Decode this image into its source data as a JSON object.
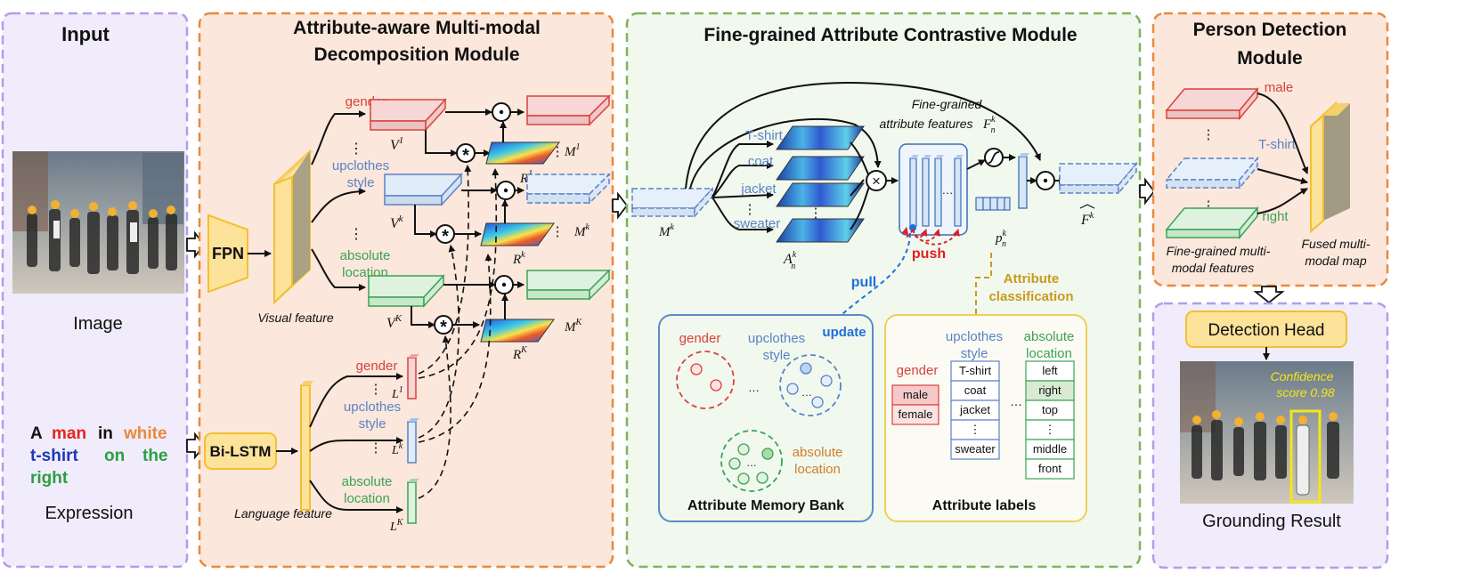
{
  "input": {
    "title": "Input",
    "image_label": "Image",
    "expression_label": "Expression",
    "expression_words": {
      "a": "A",
      "man": "man",
      "in": "in",
      "white": "white",
      "tshirt": "t-shirt",
      "on": "on",
      "the": "the",
      "right": "right"
    }
  },
  "decomp": {
    "title_line1": "Attribute-aware Multi-modal",
    "title_line2": "Decomposition Module",
    "fpn": "FPN",
    "bilstm": "Bi-LSTM",
    "visual_feature": "Visual feature",
    "language_feature": "Language feature",
    "attr_gender": "gender",
    "attr_upclothes1": "upclothes",
    "attr_upclothes2": "style",
    "attr_absolute1": "absolute",
    "attr_absolute2": "location",
    "v1": "V",
    "v1_sup": "1",
    "vk": "V",
    "vk_sup": "k",
    "vK": "V",
    "vK_sup": "K",
    "l1": "L",
    "l1_sup": "1",
    "lk": "L",
    "lk_sup": "k",
    "lK": "L",
    "lK_sup": "K",
    "r1": "R",
    "r1_sup": "1",
    "rk": "R",
    "rk_sup": "k",
    "rK": "R",
    "rK_sup": "K",
    "m1": "M",
    "m1_sup": "1",
    "mk": "M",
    "mk_sup": "k",
    "mK": "M",
    "mK_sup": "K",
    "dots": "⋮",
    "conv_symbol": "*",
    "dot_symbol": "·"
  },
  "contrast": {
    "title": "Fine-grained Attribute Contrastive Module",
    "fg_line1": "Fine-grained",
    "fg_line2": "attribute features",
    "fg_sym": "F",
    "fg_sub": "n",
    "fg_sup": "k",
    "mk": "M",
    "mk_sup": "k",
    "ank": "A",
    "ank_sub": "n",
    "ank_sup": "k",
    "pnk": "p",
    "pnk_sub": "n",
    "pnk_sup": "k",
    "fhat": "F",
    "fhat_sup": "k",
    "attr_tshirt": "T-shirt",
    "attr_coat": "coat",
    "attr_jacket": "jacket",
    "attr_sweater": "sweater",
    "pull": "pull",
    "push": "push",
    "update": "update",
    "attr_class1": "Attribute",
    "attr_class2": "classification",
    "memory_bank": {
      "title": "Attribute Memory Bank",
      "gender": "gender",
      "upclothes1": "upclothes",
      "upclothes2": "style",
      "absolute1": "absolute",
      "absolute2": "location"
    },
    "labels": {
      "title": "Attribute labels",
      "gender": "gender",
      "gender_values": [
        "male",
        "female"
      ],
      "upclothes1": "upclothes",
      "upclothes2": "style",
      "upclothes_values": [
        "T-shirt",
        "coat",
        "jacket",
        "⋮",
        "sweater"
      ],
      "absolute1": "absolute",
      "absolute2": "location",
      "absolute_values": [
        "left",
        "right",
        "top",
        "⋮",
        "middle",
        "front"
      ]
    }
  },
  "detection": {
    "title_line1": "Person Detection",
    "title_line2": "Module",
    "male": "male",
    "tshirt": "T-shirt",
    "right": "right",
    "fg_features1": "Fine-grained multi-",
    "fg_features2": "modal features",
    "fused1": "Fused multi-",
    "fused2": "modal map",
    "head": "Detection Head",
    "confidence1": "Confidence",
    "confidence2": "score 0.98",
    "grounding": "Grounding Result"
  },
  "colors": {
    "input_border": "#b79ae8",
    "input_bg": "#f1ecfb",
    "module_border": "#e8893c",
    "module_bg": "#fbe7db",
    "contrast_border": "#7fb35f",
    "contrast_bg": "#f1f8ee",
    "feature_yellow": "#fde29a",
    "gender_red": "#d9423a",
    "upclothes_blue": "#5a82c6",
    "absolute_green": "#3aa356",
    "pull_blue": "#1f6fd8",
    "push_red": "#e01f1f",
    "attr_class_gold": "#c99a1e",
    "label_orange": "#d07e2c"
  }
}
